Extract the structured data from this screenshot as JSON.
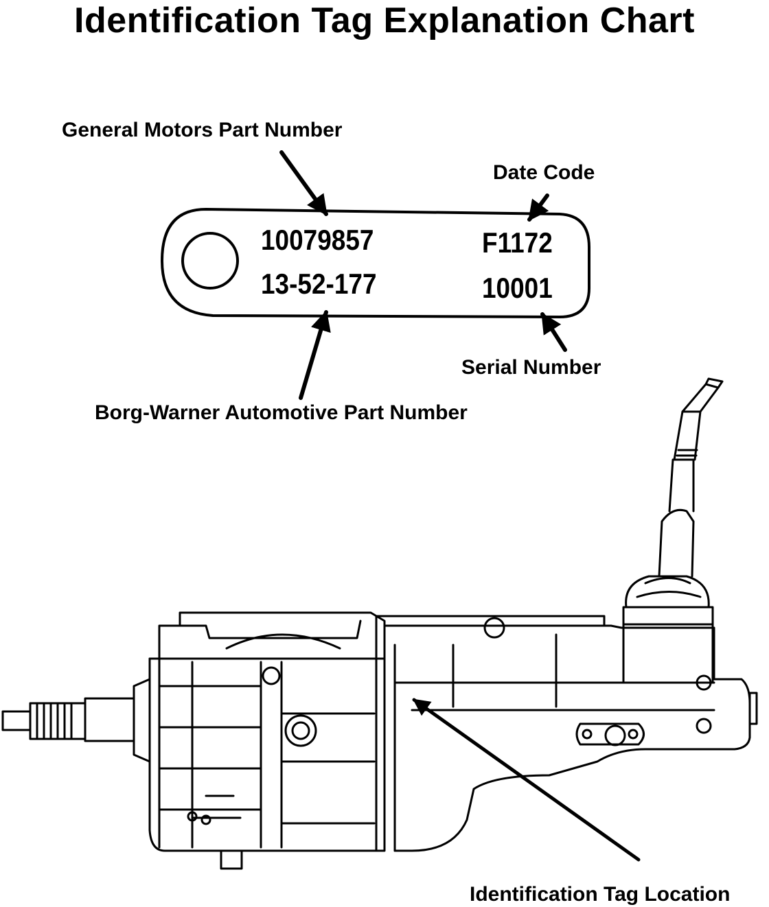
{
  "title": "Identification Tag Explanation Chart",
  "labels": {
    "gm_part": "General Motors Part Number",
    "date_code": "Date Code",
    "serial": "Serial Number",
    "bw_part": "Borg-Warner Automotive Part Number",
    "tag_location": "Identification Tag Location"
  },
  "tag": {
    "gm_part_value": "10079857",
    "bw_part_value": "13-52-177",
    "date_code_value": "F1172",
    "serial_value": "10001"
  },
  "colors": {
    "ink": "#000000",
    "paper": "#ffffff"
  }
}
